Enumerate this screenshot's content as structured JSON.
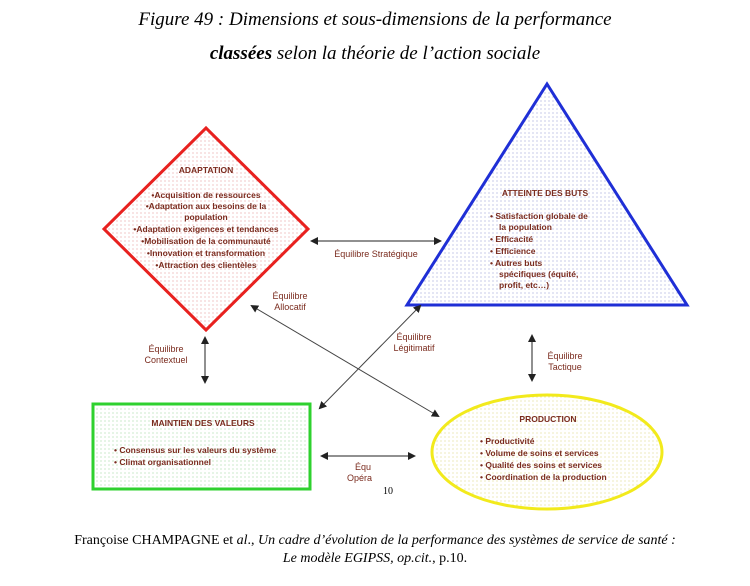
{
  "title": {
    "line1": "Figure 49 : Dimensions et sous-dimensions de la performance",
    "line2_bold": "classées",
    "line2_rest": " selon la théorie de l’action sociale"
  },
  "adaptation": {
    "title": "ADAPTATION",
    "items": [
      "•Acquisition de ressources",
      "•Adaptation aux besoins de la",
      "population",
      "•Adaptation exigences et tendances",
      "•Mobilisation de la communauté",
      "•Innovation et transformation",
      "•Attraction des clientèles"
    ]
  },
  "atteinte": {
    "title": "ATTEINTE DES BUTS",
    "items": [
      "• Satisfaction globale de",
      "la population",
      "• Efficacité",
      "• Efficience",
      "• Autres buts",
      "spécifiques (équité,",
      "profit, etc…)"
    ]
  },
  "maintien": {
    "title": "MAINTIEN DES VALEURS",
    "items": [
      "• Consensus sur les valeurs du système",
      "• Climat organisationnel"
    ]
  },
  "production": {
    "title": "PRODUCTION",
    "items": [
      "• Productivité",
      "• Volume de soins et services",
      "• Qualité des soins et services",
      "• Coordination de la production"
    ]
  },
  "links": {
    "strategique": "Équilibre Stratégique",
    "allocatif_1": "Équilibre",
    "allocatif_2": "Allocatif",
    "legitimatif_1": "Équilibre",
    "legitimatif_2": "Légitimatif",
    "contextuel_1": "Équilibre",
    "contextuel_2": "Contextuel",
    "tactique_1": "Équilibre",
    "tactique_2": "Tactique",
    "operationnel_1": "Équ",
    "operationnel_2": "Opéra"
  },
  "page_number": "10",
  "source": {
    "author": "Françoise CHAMPAGNE et ",
    "al": "al",
    "sep": "., ",
    "work": "Un cadre d’évolution de la performance des systèmes de service de santé :",
    "work2": "Le modèle EGIPSS, op.cit.",
    "page": ", p.10."
  },
  "colors": {
    "adaptation": "#e8211f",
    "atteinte": "#1f2fd6",
    "maintien": "#2ed12e",
    "production": "#f2ea1c",
    "label": "#7a2b1e"
  }
}
